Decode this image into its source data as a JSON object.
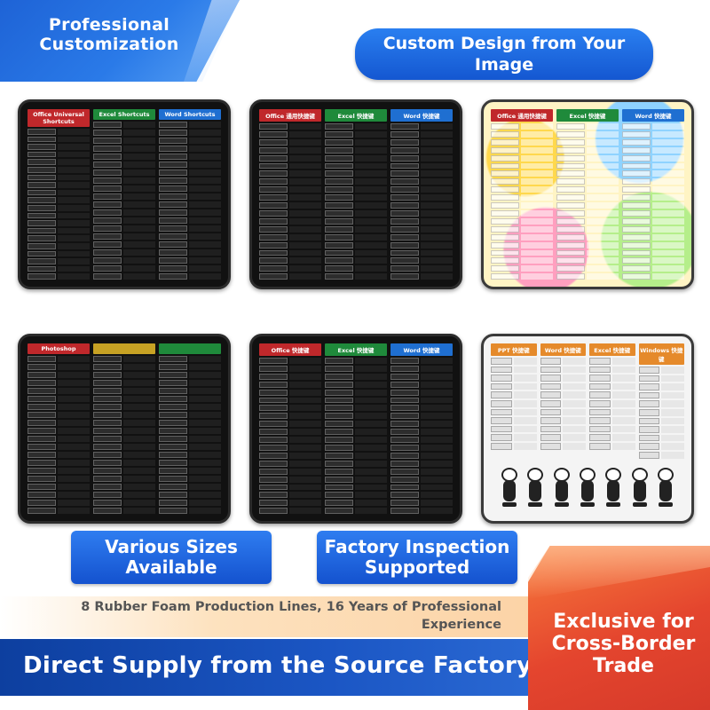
{
  "header": {
    "title": "Professional Customization"
  },
  "custom_design": "Custom Design from Your Image",
  "features": {
    "sizes": "Various Sizes Available",
    "inspection": "Factory Inspection Supported"
  },
  "production": "8 Rubber Foam Production Lines, 16 Years of Professional Experience",
  "supply": "Direct Supply from the Source Factory",
  "exclusive": "Exclusive for Cross-Border Trade",
  "pads": [
    {
      "style": "dark",
      "columns": [
        {
          "title": "Office Universal Shortcuts",
          "color": "#c0282b"
        },
        {
          "title": "Excel Shortcuts",
          "color": "#1f8a3b"
        },
        {
          "title": "Word Shortcuts",
          "color": "#1f6fd1"
        }
      ]
    },
    {
      "style": "dark",
      "columns": [
        {
          "title": "Office 通用快捷键",
          "color": "#c0282b"
        },
        {
          "title": "Excel 快捷键",
          "color": "#1f8a3b"
        },
        {
          "title": "Word 快捷键",
          "color": "#1f6fd1"
        }
      ]
    },
    {
      "style": "colorful",
      "columns": [
        {
          "title": "Office 通用快捷键",
          "color": "#c0282b"
        },
        {
          "title": "Excel 快捷键",
          "color": "#1f8a3b"
        },
        {
          "title": "Word 快捷键",
          "color": "#1f6fd1"
        }
      ]
    },
    {
      "style": "dark",
      "columns": [
        {
          "title": "Photoshop",
          "color": "#c0282b"
        },
        {
          "title": "",
          "color": "#c7a224"
        },
        {
          "title": "",
          "color": "#1f8a3b"
        }
      ]
    },
    {
      "style": "dark",
      "columns": [
        {
          "title": "Office 快捷键",
          "color": "#c0282b"
        },
        {
          "title": "Excel 快捷键",
          "color": "#1f8a3b"
        },
        {
          "title": "Word 快捷键",
          "color": "#1f6fd1"
        }
      ]
    },
    {
      "style": "light",
      "columns": [
        {
          "title": "PPT 快捷键",
          "color": "#e58a2b"
        },
        {
          "title": "Word 快捷键",
          "color": "#e58a2b"
        },
        {
          "title": "Excel 快捷键",
          "color": "#e58a2b"
        },
        {
          "title": "Windows 快捷键",
          "color": "#e58a2b"
        }
      ]
    }
  ],
  "colors": {
    "brand_blue": "#1f63d6",
    "accent_orange": "#e4452e"
  }
}
